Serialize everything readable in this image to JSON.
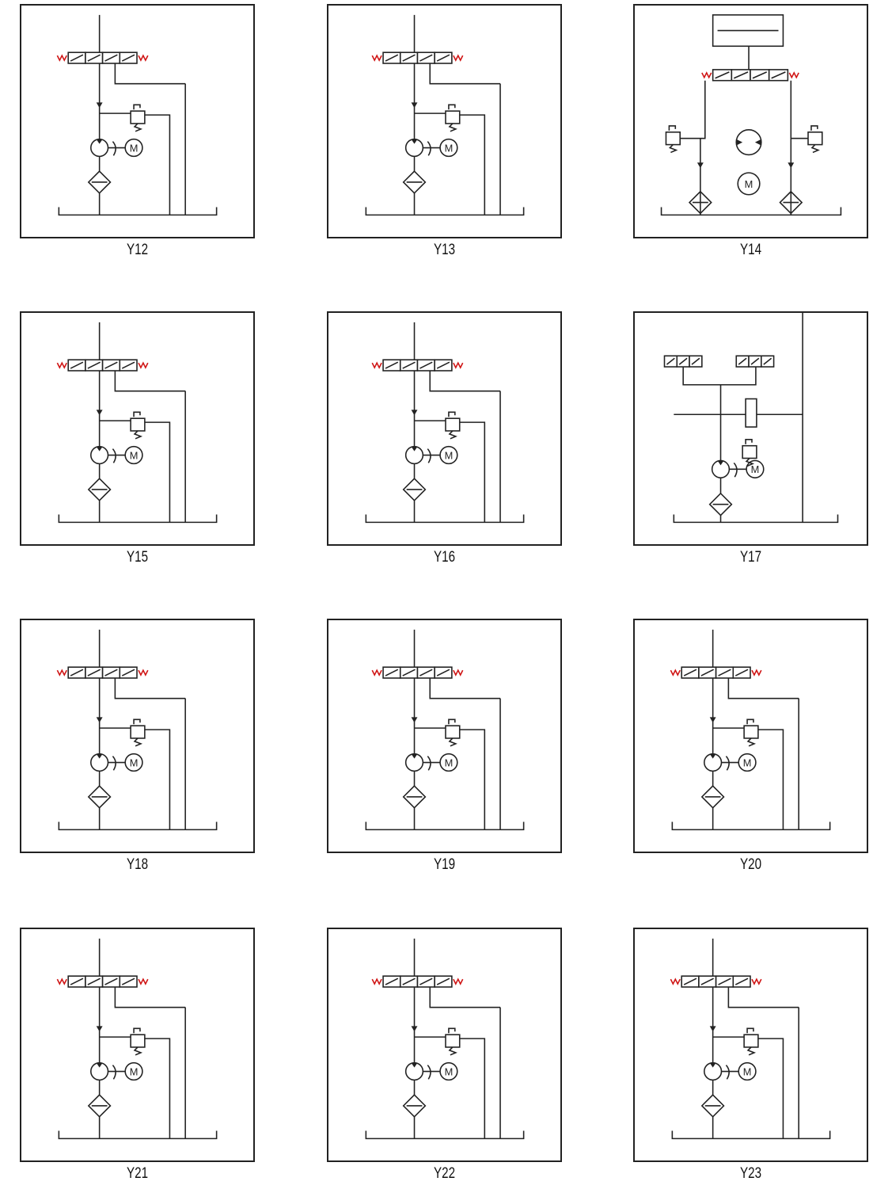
{
  "colors": {
    "line": "#222222",
    "solenoid": "#d01515",
    "background": "#ffffff"
  },
  "diagrams": [
    {
      "label": "Y12"
    },
    {
      "label": "Y13"
    },
    {
      "label": "Y14"
    },
    {
      "label": "Y15"
    },
    {
      "label": "Y16"
    },
    {
      "label": "Y17"
    },
    {
      "label": "Y18"
    },
    {
      "label": "Y19"
    },
    {
      "label": "Y20"
    },
    {
      "label": "Y21"
    },
    {
      "label": "Y22"
    },
    {
      "label": "Y23"
    }
  ],
  "symbols": {
    "motor": "M"
  }
}
